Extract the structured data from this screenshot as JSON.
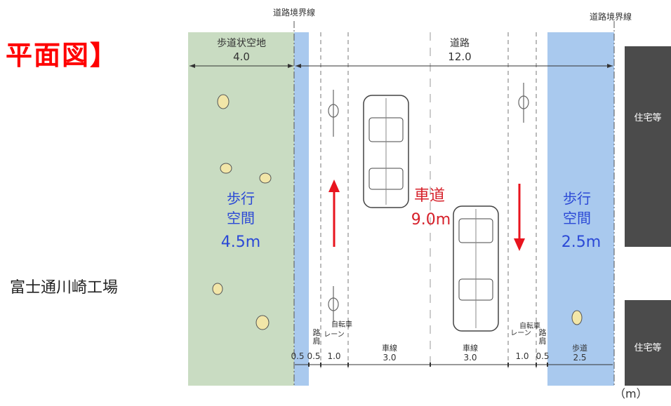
{
  "title": "平面図】",
  "factory": "富士通川崎工場",
  "unit": "（m）",
  "boundary_left": "道路境界線",
  "boundary_right": "道路境界線",
  "sidewalk_area": {
    "label": "歩道状空地",
    "width": "4.0"
  },
  "road": {
    "label": "道路",
    "width": "12.0"
  },
  "walk_left": {
    "line1": "歩行",
    "line2": "空間",
    "width": "4.5m"
  },
  "walk_right": {
    "line1": "歩行",
    "line2": "空間",
    "width": "2.5m"
  },
  "carriageway": {
    "label": "車道",
    "width": "9.0m"
  },
  "housing": [
    "住宅等",
    "住宅等"
  ],
  "dims": {
    "left_strip": "0.5",
    "shoulder_left_label": [
      "路",
      "肩"
    ],
    "shoulder_left": "0.5",
    "bike_left_label": [
      "自転車",
      "レーン"
    ],
    "bike_left": "1.0",
    "lane_left_label": "車線",
    "lane_left": "3.0",
    "lane_right_label": "車線",
    "lane_right": "3.0",
    "bike_right_label": [
      "レーン",
      "自転車"
    ],
    "bike_right": "1.0",
    "shoulder_right_label": [
      "路",
      "肩"
    ],
    "shoulder_right": "0.5",
    "sidewalk_label": "歩道",
    "sidewalk": "2.5"
  },
  "colors": {
    "green": "#c9dcc2",
    "blue": "#a9c9ee",
    "dark": "#4b4b4b",
    "red": "#e8141e",
    "text_blue": "#2b49d6",
    "text_red": "#d6202a"
  }
}
